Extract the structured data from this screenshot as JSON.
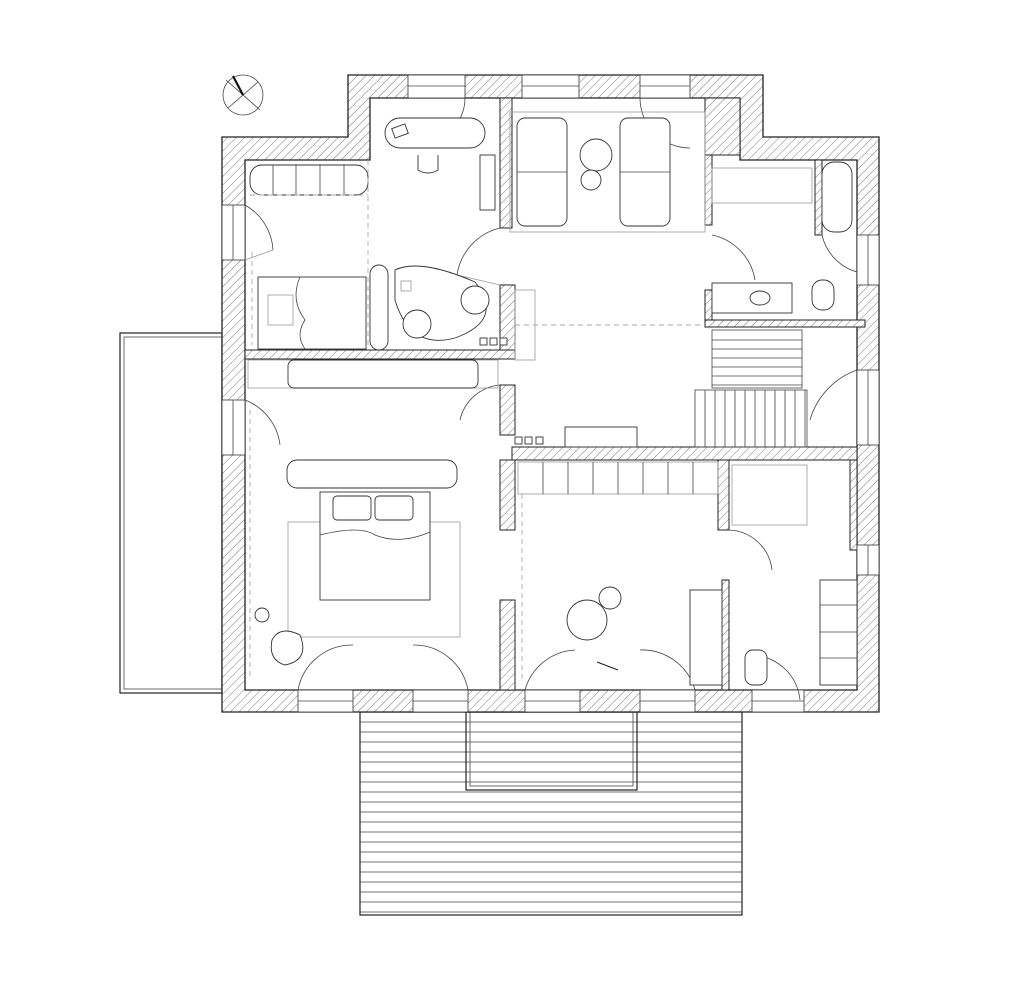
{
  "plan": {
    "type": "floor-plan",
    "colors": {
      "line": "#222222",
      "hatch": "#555555",
      "background": "#ffffff",
      "furniture_line": "#333333",
      "dashed": "#aaaaaa"
    },
    "icons": [
      "compass-icon"
    ],
    "rooms": [
      "study",
      "living-room",
      "bathroom",
      "staircase",
      "bedroom",
      "children-room",
      "shower-room",
      "balcony",
      "terrace"
    ]
  }
}
